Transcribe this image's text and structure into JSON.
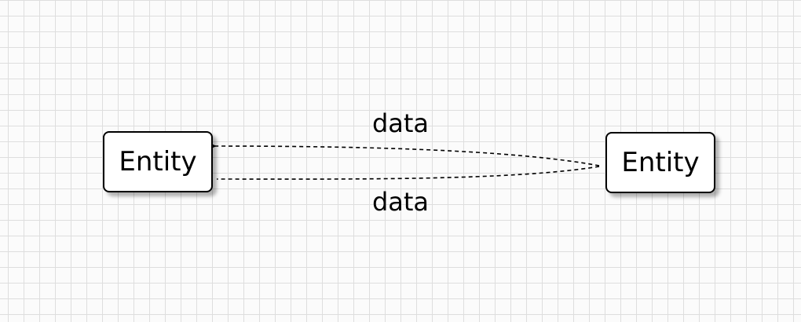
{
  "diagram": {
    "nodes": [
      {
        "id": "left",
        "label": "Entity"
      },
      {
        "id": "right",
        "label": "Entity"
      }
    ],
    "edges": [
      {
        "from": "right",
        "to": "left",
        "label": "data",
        "style": "dashed",
        "arrowhead": true
      },
      {
        "from": "left",
        "to": "right",
        "label": "data",
        "style": "dashed",
        "arrowhead": false
      }
    ]
  },
  "colors": {
    "background": "#fbfbfb",
    "grid": "#dedede",
    "stroke": "#000000",
    "node_fill": "#ffffff"
  }
}
